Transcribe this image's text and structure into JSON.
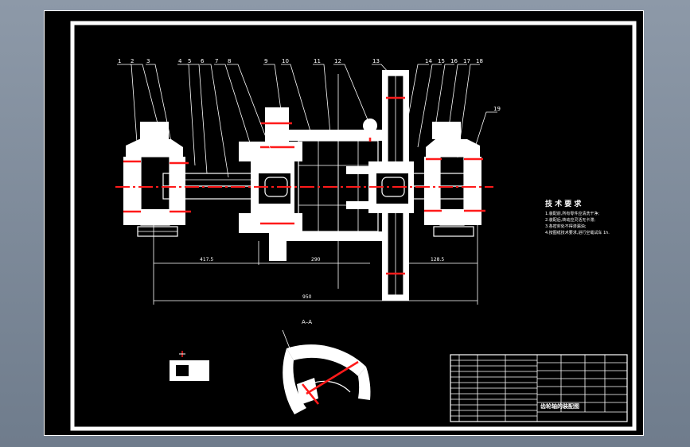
{
  "drawing": {
    "part_numbers": [
      "1",
      "2",
      "3",
      "4",
      "5",
      "6",
      "7",
      "8",
      "9",
      "10",
      "11",
      "12",
      "13",
      "14",
      "15",
      "16",
      "17",
      "18",
      "19"
    ],
    "section_label": "A–A",
    "tech_title": "技 术 要 求",
    "tech_notes": [
      "1.装配前,所有零件应清洗干净;",
      "2.装配后,转动应灵活无卡滞;",
      "3.各密封处不得渗漏油;",
      "4.按图纸技术要求,进行空载试车 1h."
    ],
    "dim_left": "417.5",
    "dim_mid": "290",
    "dim_right": "128.5",
    "dim_total": "950",
    "title_block_name": "齿轮轴的装配图"
  },
  "colors": {
    "background": "#000000",
    "lines": "#ffffff",
    "centerlines": "#ff1a1a"
  }
}
